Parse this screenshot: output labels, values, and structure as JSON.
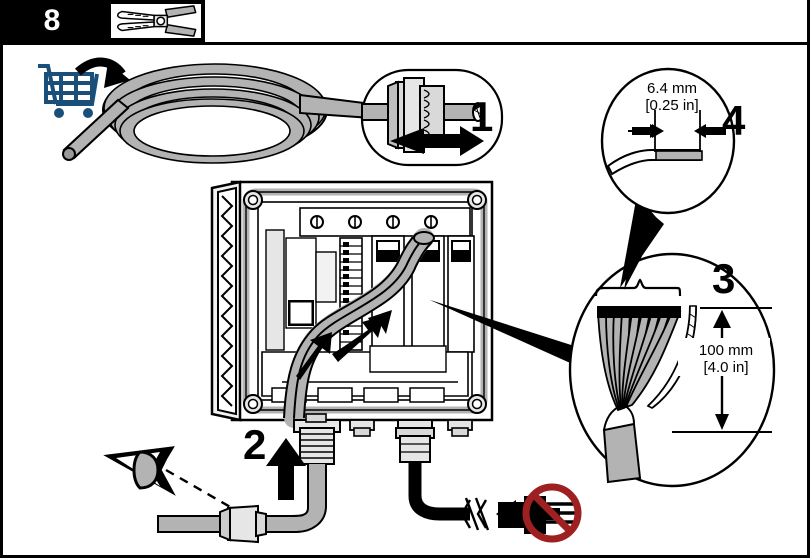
{
  "header": {
    "step_number": "8",
    "tool_icon": "wire-stripper-icon"
  },
  "document": {
    "type": "installation-instruction-illustration",
    "subject": "cable gland wiring into controller enclosure"
  },
  "icons": {
    "shopping_cart": "shopping-cart-icon",
    "curved_arrow": "curved-arrow-icon",
    "inspect_eye": "inspect-eye-icon",
    "prohibition": "no-power-connection-icon",
    "break_symbol": "cable-break-icon"
  },
  "callouts": [
    {
      "id": "1",
      "label": "1",
      "shape": "rounded-rect",
      "description": "slide gland nut onto cable",
      "arrow": "left-arrow"
    },
    {
      "id": "2",
      "label": "2",
      "shape": "none",
      "description": "insert cable up through bottom gland",
      "arrow": "up-arrow"
    },
    {
      "id": "3",
      "label": "3",
      "shape": "circle",
      "description": "strip outer jacket and fan conductors",
      "dimension_value": "100 mm",
      "dimension_alt": "[4.0 in]"
    },
    {
      "id": "4",
      "label": "4",
      "shape": "circle",
      "description": "strip conductor insulation",
      "dimension_value": "6.4 mm",
      "dimension_alt": "[0.25 in]"
    }
  ],
  "dimensions": {
    "strip_length_mm": "6.4 mm",
    "strip_length_in": "[0.25 in]",
    "jacket_length_mm": "100 mm",
    "jacket_length_in": "[4.0 in]"
  },
  "enclosure": {
    "name": "controller-enclosure",
    "screw_count": 4,
    "module_slots": 3,
    "terminal_strip": "multi-pin-terminal-block",
    "bottom_glands": 4
  },
  "cable": {
    "conductor_count": 10,
    "jacket_color": "#b3b3b3",
    "coiled": true
  },
  "colors": {
    "black": "#000000",
    "white": "#ffffff",
    "cable_gray": "#b3b3b3",
    "light_gray": "#d9d9d9",
    "mid_gray": "#9a9a9a",
    "cart_blue": "#1a4f7a",
    "prohibit_red": "#9e2020"
  }
}
